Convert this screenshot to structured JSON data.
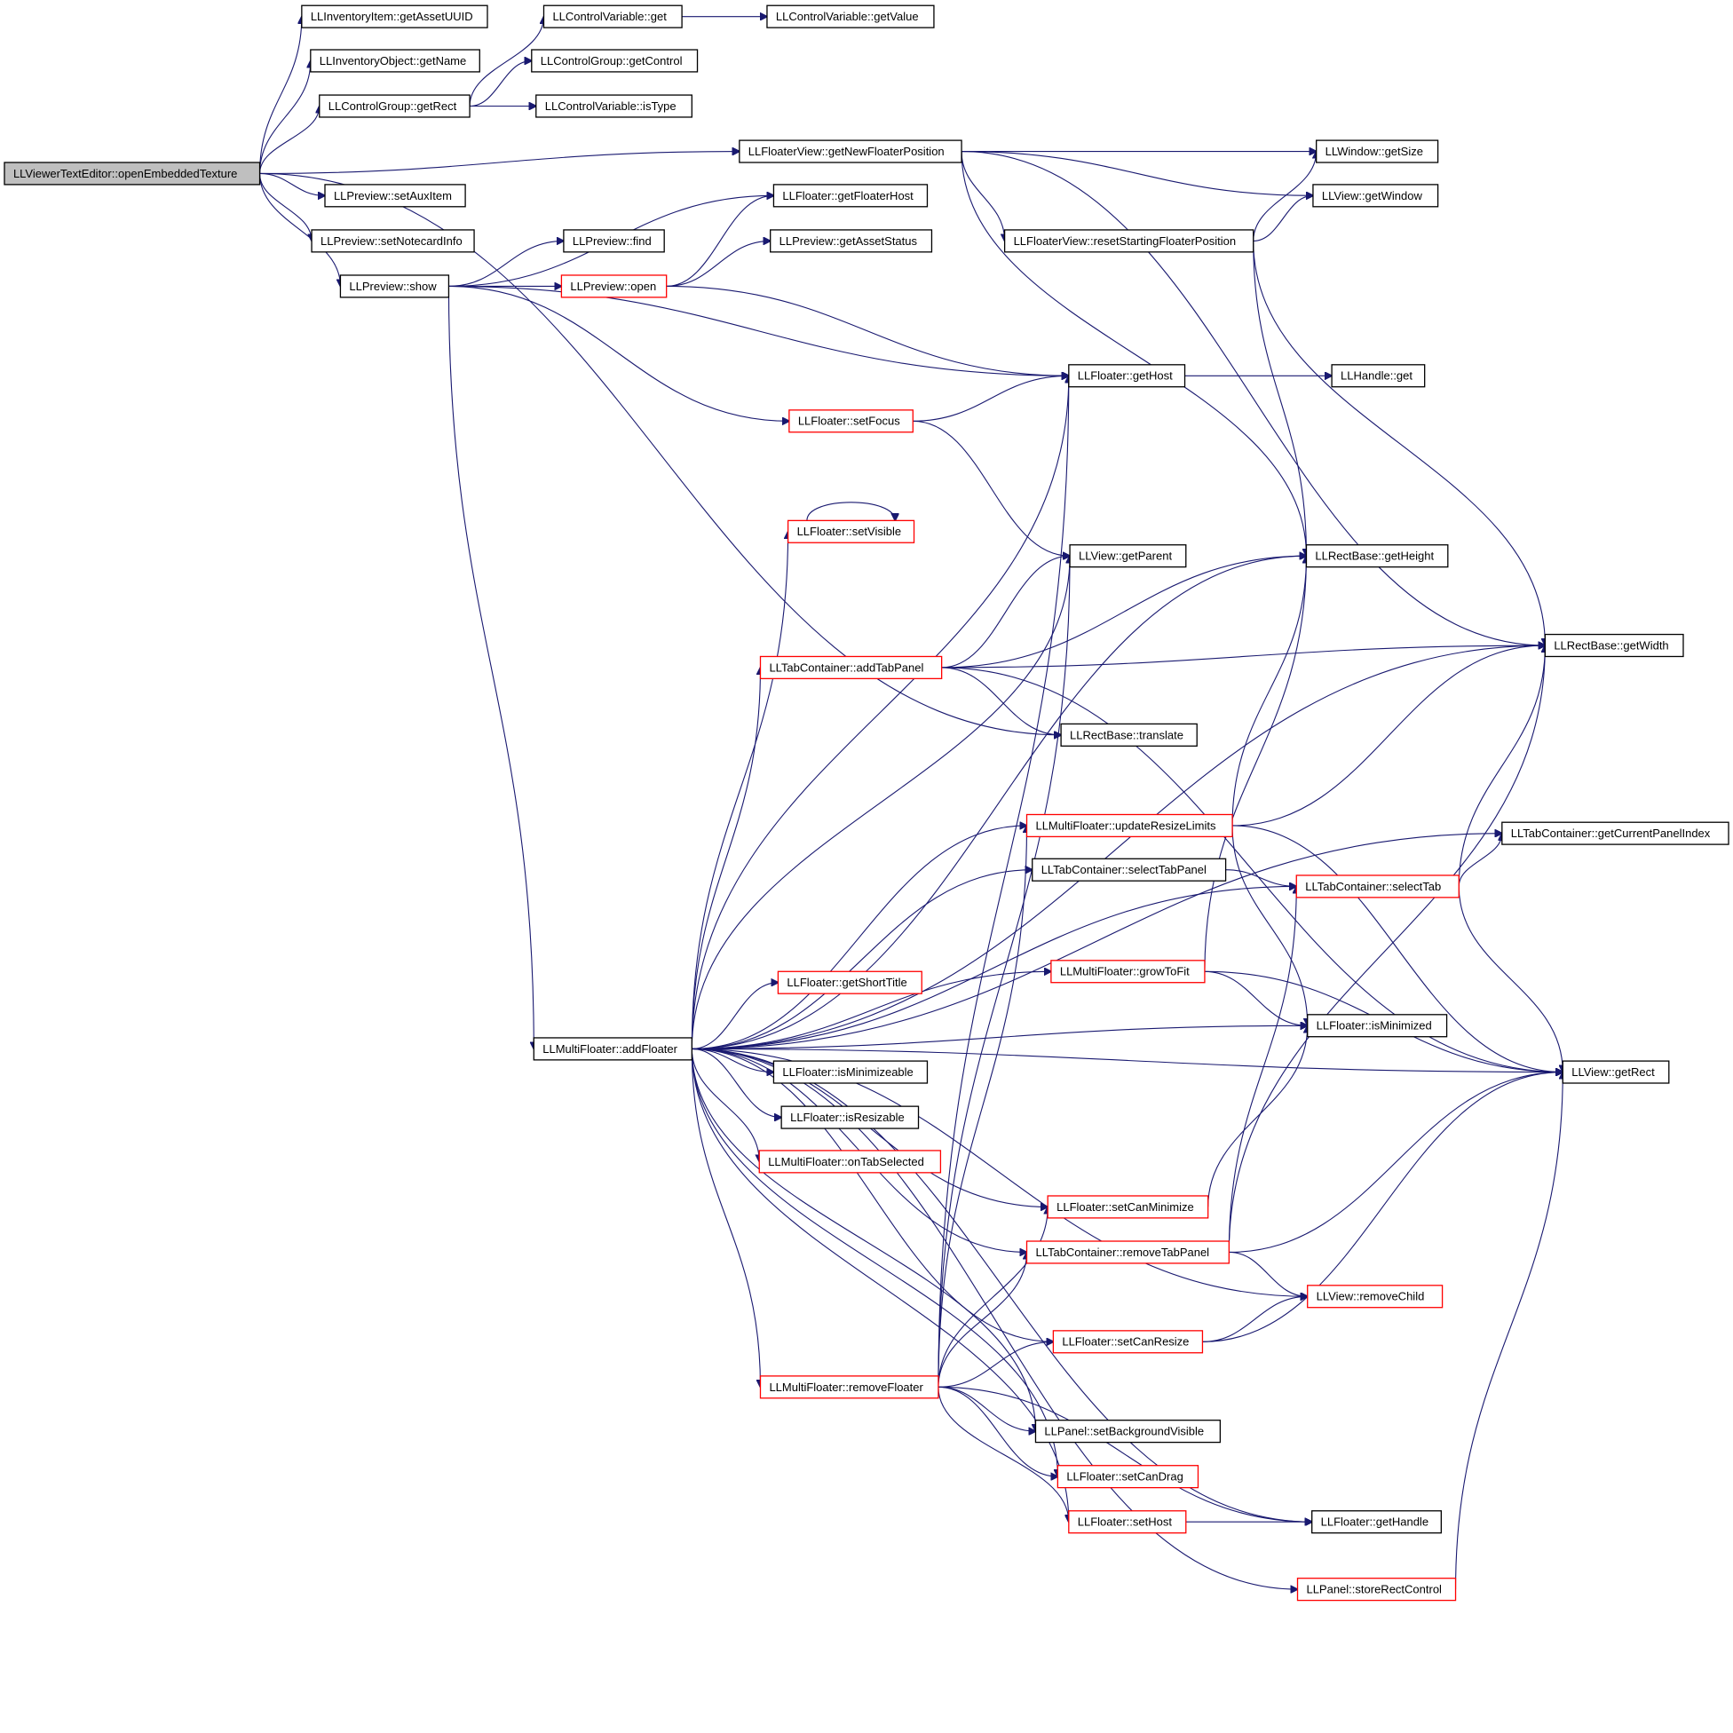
{
  "nodes": {
    "root": "LLViewerTextEditor::openEmbeddedTexture",
    "invItemGetAssetUUID": "LLInventoryItem::getAssetUUID",
    "invObjGetName": "LLInventoryObject::getName",
    "ctrlGroupGetRect": "LLControlGroup::getRect",
    "ctrlVarGet": "LLControlVariable::get",
    "ctrlVarGetValue": "LLControlVariable::getValue",
    "ctrlGroupGetControl": "LLControlGroup::getControl",
    "ctrlVarIsType": "LLControlVariable::isType",
    "floaterViewGetNewPos": "LLFloaterView::getNewFloaterPosition",
    "windowGetSize": "LLWindow::getSize",
    "viewGetWindow": "LLView::getWindow",
    "floaterViewResetPos": "LLFloaterView::resetStartingFloaterPosition",
    "previewSetAuxItem": "LLPreview::setAuxItem",
    "previewSetNotecardInfo": "LLPreview::setNotecardInfo",
    "previewShow": "LLPreview::show",
    "floaterGetFloaterHost": "LLFloater::getFloaterHost",
    "previewFind": "LLPreview::find",
    "previewGetAssetStatus": "LLPreview::getAssetStatus",
    "previewOpen": "LLPreview::open",
    "floaterGetHost": "LLFloater::getHost",
    "handleGet": "LLHandle::get",
    "floaterSetFocus": "LLFloater::setFocus",
    "floaterSetVisible": "LLFloater::setVisible",
    "viewGetParent": "LLView::getParent",
    "rectGetHeight": "LLRectBase::getHeight",
    "rectGetWidth": "LLRectBase::getWidth",
    "tabAddTabPanel": "LLTabContainer::addTabPanel",
    "rectTranslate": "LLRectBase::translate",
    "mfUpdateResizeLimits": "LLMultiFloater::updateResizeLimits",
    "tabGetCurrentPanelIndex": "LLTabContainer::getCurrentPanelIndex",
    "tabSelectTabPanel": "LLTabContainer::selectTabPanel",
    "tabSelectTab": "LLTabContainer::selectTab",
    "mfGrowToFit": "LLMultiFloater::growToFit",
    "floaterGetShortTitle": "LLFloater::getShortTitle",
    "floaterIsMinimized": "LLFloater::isMinimized",
    "mfAddFloater": "LLMultiFloater::addFloater",
    "viewGetRect": "LLView::getRect",
    "floaterIsMinimizeable": "LLFloater::isMinimizeable",
    "floaterIsResizable": "LLFloater::isResizable",
    "mfOnTabSelected": "LLMultiFloater::onTabSelected",
    "floaterSetCanMinimize": "LLFloater::setCanMinimize",
    "tabRemoveTabPanel": "LLTabContainer::removeTabPanel",
    "viewRemoveChild": "LLView::removeChild",
    "floaterSetCanResize": "LLFloater::setCanResize",
    "mfRemoveFloater": "LLMultiFloater::removeFloater",
    "panelSetBackgroundVisible": "LLPanel::setBackgroundVisible",
    "floaterSetCanDrag": "LLFloater::setCanDrag",
    "floaterSetHost": "LLFloater::setHost",
    "floaterGetHandle": "LLFloater::getHandle",
    "panelStoreRectControl": "LLPanel::storeRectControl"
  },
  "colors": {
    "edge": "#191970",
    "root_fill": "#bfbfbf",
    "normal_border": "#000000",
    "truncated_border": "#ff0000"
  }
}
